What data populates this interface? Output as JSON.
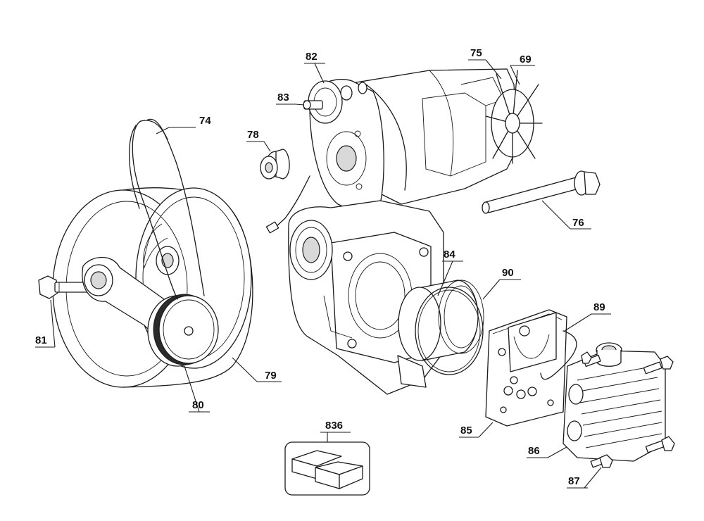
{
  "diagram": {
    "callouts": {
      "c74": "74",
      "c75": "75",
      "c69": "69",
      "c76": "76",
      "c78": "78",
      "c79": "79",
      "c80": "80",
      "c81": "81",
      "c82": "82",
      "c83": "83",
      "c84": "84",
      "c85": "85",
      "c86": "86",
      "c87": "87",
      "c89": "89",
      "c90": "90",
      "c836": "836"
    }
  }
}
